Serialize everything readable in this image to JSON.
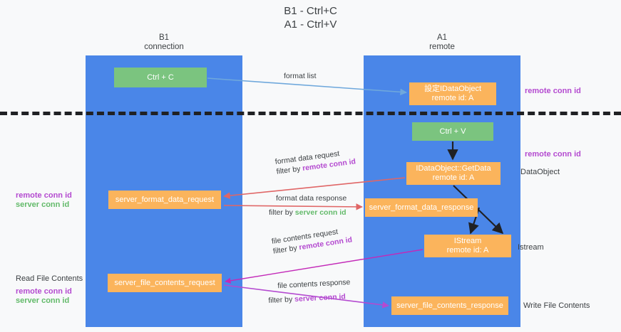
{
  "title": "B1 - Ctrl+C\nA1 - Ctrl+V",
  "lanes": [
    {
      "id": "b1",
      "label": "B1\nconnection",
      "color": "#4a86e8"
    },
    {
      "id": "a1",
      "label": "A1\nremote",
      "color": "#4a86e8"
    }
  ],
  "colors": {
    "lane": "#4a86e8",
    "green_box": "#7bc47f",
    "orange_box": "#fbb45c",
    "purple_text": "#b44ad0",
    "green_text": "#63ba6a",
    "arrow_blue": "#6fa8dc",
    "arrow_red": "#e06666",
    "arrow_magenta": "#c329b8",
    "arrow_purple": "#b44ad0",
    "arrow_black": "#202124",
    "divider": "#202124",
    "background": "#f8f9fa",
    "text": "#3c4043"
  },
  "nodes": {
    "ctrl_c": {
      "line1": "Ctrl + C",
      "line2": ""
    },
    "ctrl_v": {
      "line1": "Ctrl + V",
      "line2": ""
    },
    "set_idataobject": {
      "line1": "設定IDataObject",
      "line2": "remote id: A"
    },
    "getdata": {
      "line1": "IDataObject::GetData",
      "line2": "remote id: A"
    },
    "istream": {
      "line1": "IStream",
      "line2": "remote id: A"
    },
    "server_format_data_request": {
      "line1": "server_format_data_request",
      "line2": ""
    },
    "server_format_data_response": {
      "line1": "server_format_data_response",
      "line2": ""
    },
    "server_file_contents_request": {
      "line1": "server_file_contents_request",
      "line2": ""
    },
    "server_file_contents_response": {
      "line1": "server_file_contents_response",
      "line2": ""
    }
  },
  "edge_labels": {
    "format_list": "format list",
    "format_data_request": "format data request",
    "format_data_request_filter_prefix": "filter by ",
    "format_data_request_filter_key": "remote conn id",
    "format_data_response": "format data response",
    "format_data_response_filter_prefix": "filter by ",
    "format_data_response_filter_key": "server conn id",
    "file_contents_request": "file contents request",
    "file_contents_request_filter_prefix": "filter by ",
    "file_contents_request_filter_key": "remote conn id",
    "file_contents_response": "file contents response",
    "file_contents_response_filter_prefix": "filter by ",
    "file_contents_response_filter_key": "server conn id"
  },
  "annotations": {
    "right_remote_conn_id_top": "remote conn id",
    "right_remote_conn_id_mid": "remote conn id",
    "right_dataobject": "DataObject",
    "right_istream": "Istream",
    "right_write_file_contents": "Write File Contents",
    "left_remote_conn_id_mid": "remote conn id",
    "left_server_conn_id_mid": "server conn id",
    "left_read_file_contents": "Read File Contents",
    "left_remote_conn_id_bottom": "remote conn id",
    "left_server_conn_id_bottom": "server conn id"
  }
}
